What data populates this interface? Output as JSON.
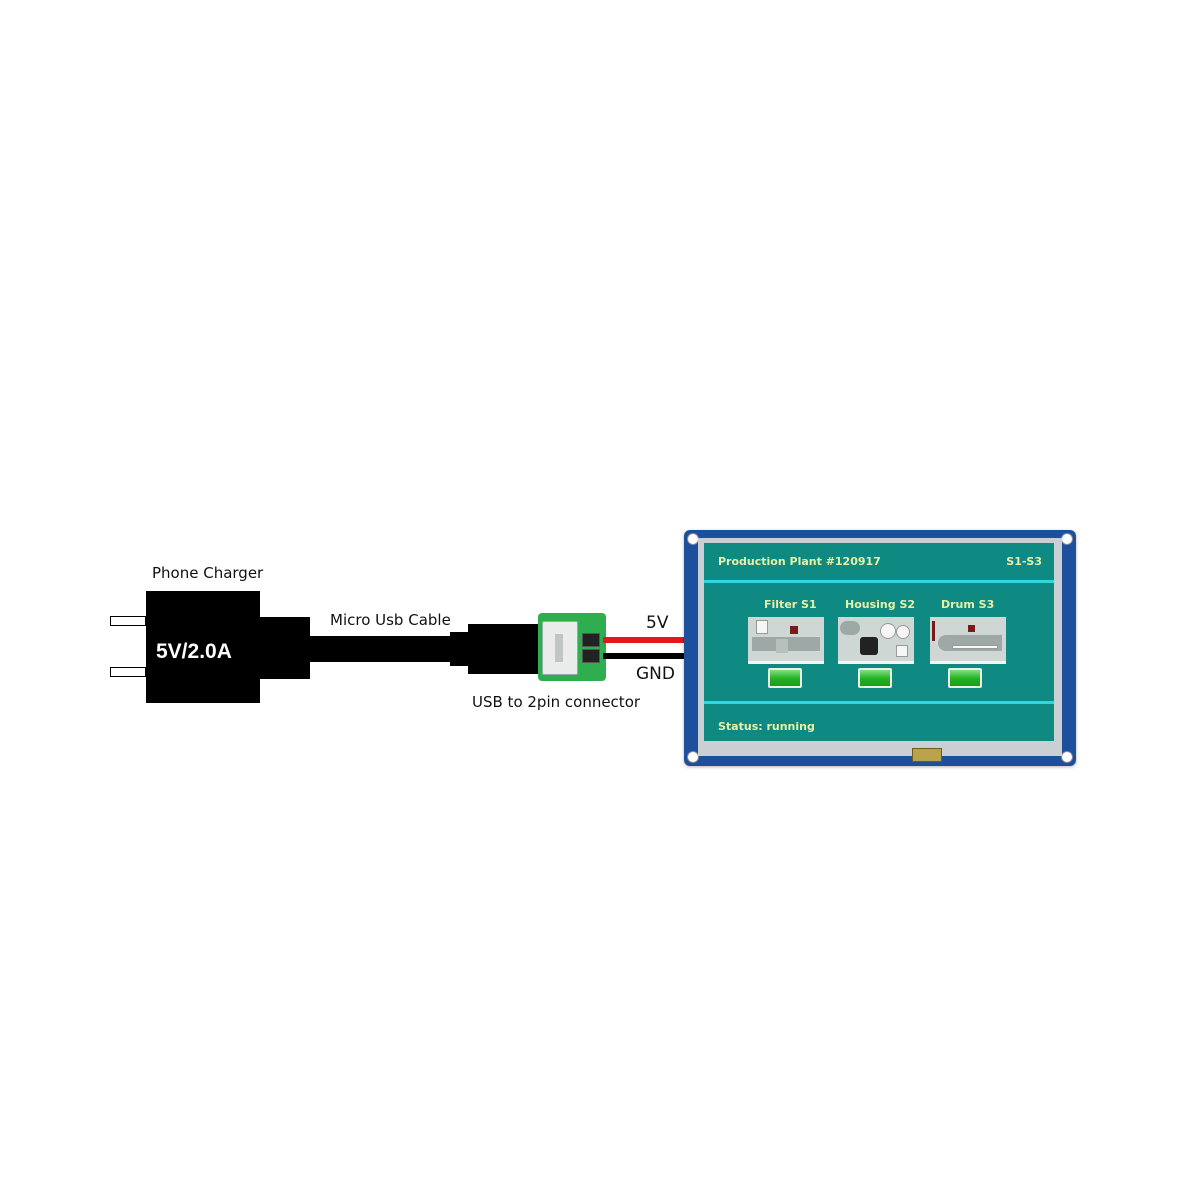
{
  "diagram": {
    "charger": {
      "label": "Phone Charger",
      "rating": "5V/2.0A"
    },
    "cable": {
      "label": "Micro Usb Cable"
    },
    "adapter": {
      "label": "USB to 2pin connector"
    },
    "wires": {
      "positive_label": "5V",
      "ground_label": "GND",
      "positive_color": "#e01818",
      "ground_color": "#000000"
    },
    "display": {
      "screen_bg": "#0e8a82",
      "header": {
        "title": "Production Plant #120917",
        "range": "S1-S3"
      },
      "stations": [
        {
          "name": "Filter S1",
          "icon": "filter-machine-icon",
          "status_color": "#22b022"
        },
        {
          "name": "Housing S2",
          "icon": "housing-machine-icon",
          "status_color": "#22b022"
        },
        {
          "name": "Drum S3",
          "icon": "drum-machine-icon",
          "status_color": "#22b022"
        }
      ],
      "footer": {
        "status": "Status:  running"
      }
    }
  }
}
